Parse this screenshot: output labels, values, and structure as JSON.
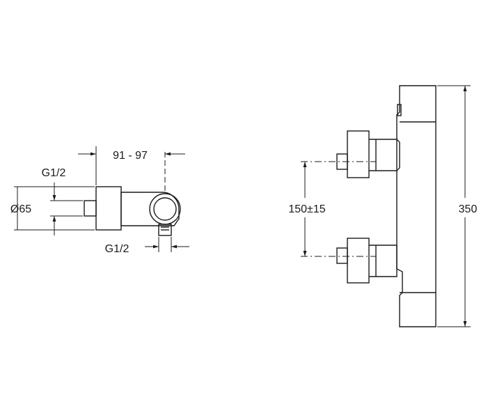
{
  "side_view": {
    "label_width": "91 - 97",
    "label_thread_top": "G1/2",
    "label_diameter": "Ø65",
    "label_thread_bottom": "G1/2"
  },
  "front_view": {
    "label_inlet_spacing": "150±15",
    "label_height": "350"
  },
  "colors": {
    "stroke": "#1a1a1a",
    "background": "#ffffff"
  }
}
